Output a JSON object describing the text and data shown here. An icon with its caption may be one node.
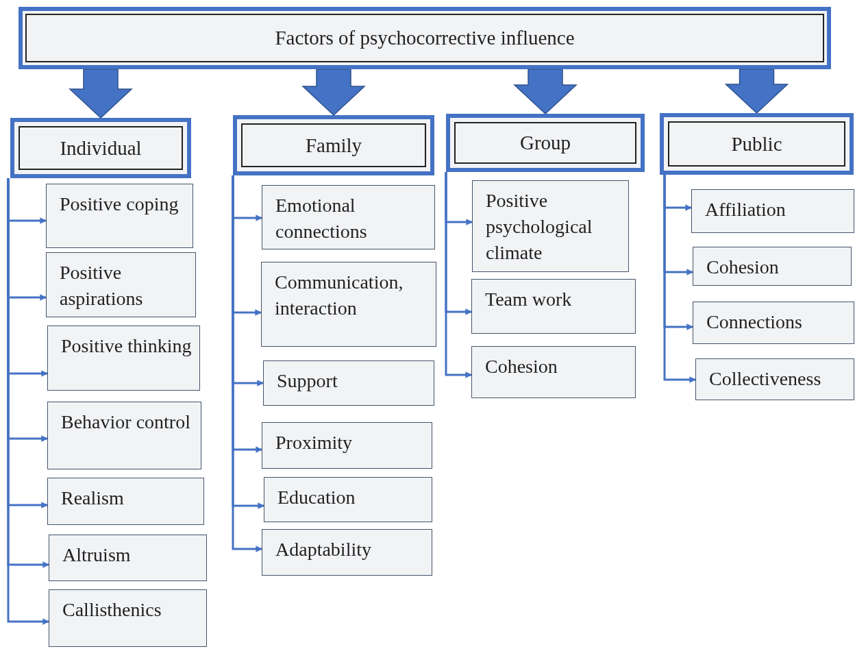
{
  "diagram": {
    "nodes": [
      {
        "text": [
          "Factors of psychocorrective influence"
        ]
      },
      {
        "text": [
          "Individual"
        ]
      },
      {
        "text": [
          "Family"
        ]
      },
      {
        "text": [
          "Group"
        ]
      },
      {
        "text": [
          "Public"
        ]
      },
      {
        "text": [
          "Positive coping"
        ]
      },
      {
        "text": [
          "Positive aspirations"
        ]
      },
      {
        "text": [
          "Positive thinking"
        ]
      },
      {
        "text": [
          "Behavior control"
        ]
      },
      {
        "text": [
          "Realism"
        ]
      },
      {
        "text": [
          "Altruism"
        ]
      },
      {
        "text": [
          "Callisthenics"
        ]
      },
      {
        "text": [
          "Emotional connections"
        ]
      },
      {
        "text": [
          "Communication, interaction"
        ]
      },
      {
        "text": [
          "Support"
        ]
      },
      {
        "text": [
          "Proximity"
        ]
      },
      {
        "text": [
          "Education"
        ]
      },
      {
        "text": [
          "Adaptability"
        ]
      },
      {
        "text": [
          "Positive psychological climate"
        ]
      },
      {
        "text": [
          "Team work"
        ]
      },
      {
        "text": [
          "Cohesion"
        ]
      },
      {
        "text": [
          "Affiliation"
        ]
      },
      {
        "text": [
          "Cohesion"
        ]
      },
      {
        "text": [
          "Connections"
        ]
      },
      {
        "text": [
          "Collectiveness"
        ]
      }
    ],
    "edges": [
      {
        "from": 0,
        "to": 1,
        "arrow": "to",
        "style": "thick"
      },
      {
        "from": 0,
        "to": 2,
        "arrow": "to",
        "style": "thick"
      },
      {
        "from": 0,
        "to": 3,
        "arrow": "to",
        "style": "thick"
      },
      {
        "from": 0,
        "to": 4,
        "arrow": "to",
        "style": "thick"
      },
      {
        "from": 1,
        "to": 5,
        "arrow": "to"
      },
      {
        "from": 1,
        "to": 6,
        "arrow": "to"
      },
      {
        "from": 1,
        "to": 7,
        "arrow": "to"
      },
      {
        "from": 1,
        "to": 8,
        "arrow": "to"
      },
      {
        "from": 1,
        "to": 9,
        "arrow": "to"
      },
      {
        "from": 1,
        "to": 10,
        "arrow": "to"
      },
      {
        "from": 1,
        "to": 11,
        "arrow": "to"
      },
      {
        "from": 2,
        "to": 12,
        "arrow": "to"
      },
      {
        "from": 2,
        "to": 13,
        "arrow": "to"
      },
      {
        "from": 2,
        "to": 14,
        "arrow": "to"
      },
      {
        "from": 2,
        "to": 15,
        "arrow": "to"
      },
      {
        "from": 2,
        "to": 16,
        "arrow": "to"
      },
      {
        "from": 2,
        "to": 17,
        "arrow": "to"
      },
      {
        "from": 3,
        "to": 18,
        "arrow": "to"
      },
      {
        "from": 3,
        "to": 19,
        "arrow": "to"
      },
      {
        "from": 3,
        "to": 20,
        "arrow": "to"
      },
      {
        "from": 4,
        "to": 21,
        "arrow": "to"
      },
      {
        "from": 4,
        "to": 22,
        "arrow": "to"
      },
      {
        "from": 4,
        "to": 23,
        "arrow": "to"
      },
      {
        "from": 4,
        "to": 24,
        "arrow": "to"
      }
    ]
  }
}
